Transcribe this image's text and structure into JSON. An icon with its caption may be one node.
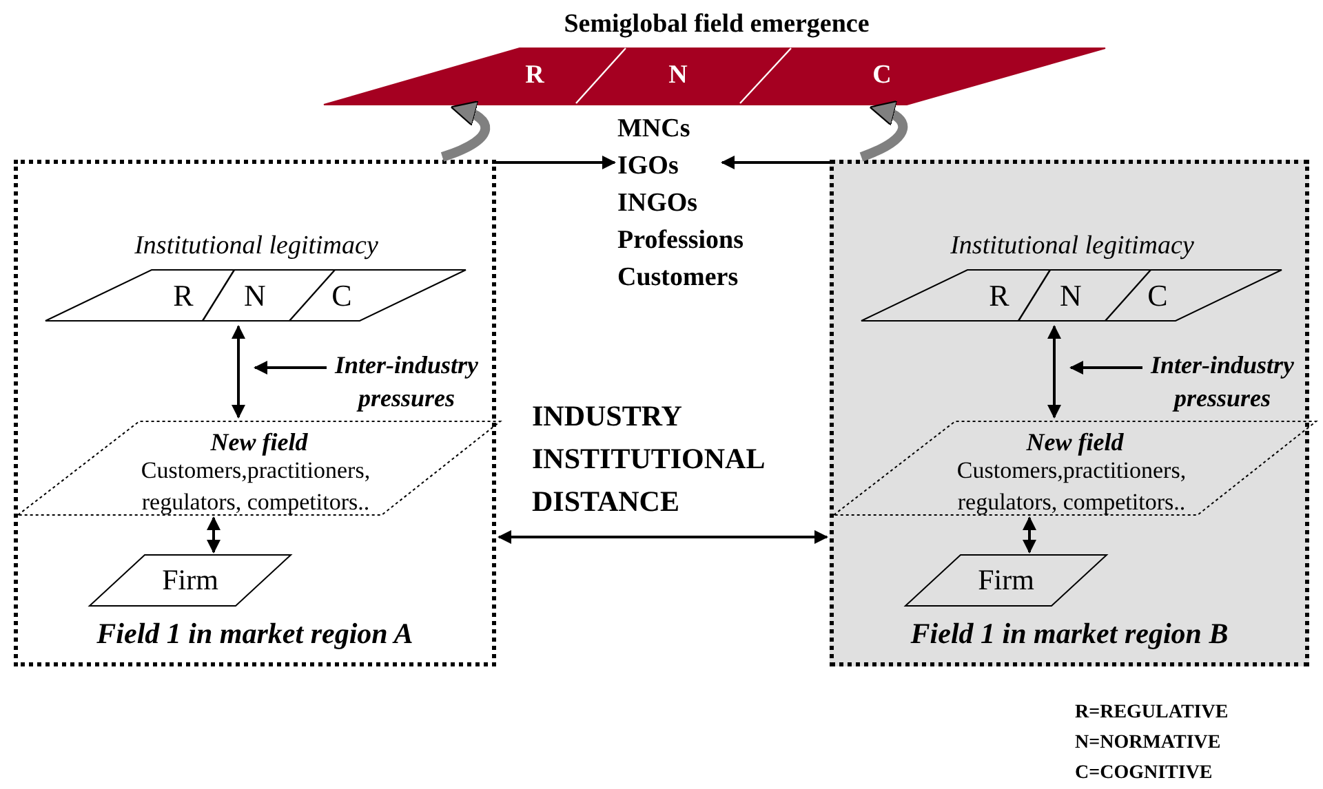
{
  "diagram": {
    "nodes": [
      {
        "text": [
          "Semiglobal field emergence",
          "R",
          "N",
          "C"
        ]
      },
      {
        "text": [
          "Field 1 in market region A"
        ]
      },
      {
        "text": [
          "Institutional legitimacy",
          "R",
          "N",
          "C"
        ],
        "in": 1
      },
      {
        "text": [
          "Inter-industry pressures"
        ],
        "in": 1
      },
      {
        "text": [
          "New field",
          "Customers,practitioners, regulators, competitors.."
        ],
        "in": 1
      },
      {
        "text": [
          "Firm"
        ],
        "in": 1
      },
      {
        "text": [
          "MNCs",
          "IGOs",
          "INGOs",
          "Professions",
          "Customers"
        ]
      },
      {
        "text": [
          "Field 1 in market region B"
        ]
      },
      {
        "text": [
          "Institutional legitimacy",
          "R",
          "N",
          "C"
        ],
        "in": 7
      },
      {
        "text": [
          "Inter-industry pressures"
        ],
        "in": 7
      },
      {
        "text": [
          "New field",
          "Customers,practitioners, regulators, competitors.."
        ],
        "in": 7
      },
      {
        "text": [
          "Firm"
        ],
        "in": 7
      }
    ],
    "edges": [
      {
        "from": 1,
        "to": 0,
        "arrow": "to",
        "style": "thick",
        "color": "#808080"
      },
      {
        "from": 7,
        "to": 0,
        "arrow": "to",
        "style": "thick",
        "color": "#808080"
      },
      {
        "from": 1,
        "to": 6,
        "arrow": "to"
      },
      {
        "from": 7,
        "to": 6,
        "arrow": "to"
      },
      {
        "from": 1,
        "to": 7,
        "arrow": "both",
        "label": "INDUSTRY INSTITUTIONAL DISTANCE"
      },
      {
        "from": 2,
        "to": 4,
        "arrow": "both"
      },
      {
        "from": 3,
        "to": null,
        "arrow": "to"
      },
      {
        "from": 4,
        "to": 5,
        "arrow": "both"
      },
      {
        "from": 8,
        "to": 10,
        "arrow": "both"
      },
      {
        "from": 9,
        "to": null,
        "arrow": "to"
      },
      {
        "from": 10,
        "to": 11,
        "arrow": "both"
      }
    ],
    "labels": [
      "R=REGULATIVE",
      "N=NORMATIVE",
      "C=COGNITIVE"
    ]
  }
}
